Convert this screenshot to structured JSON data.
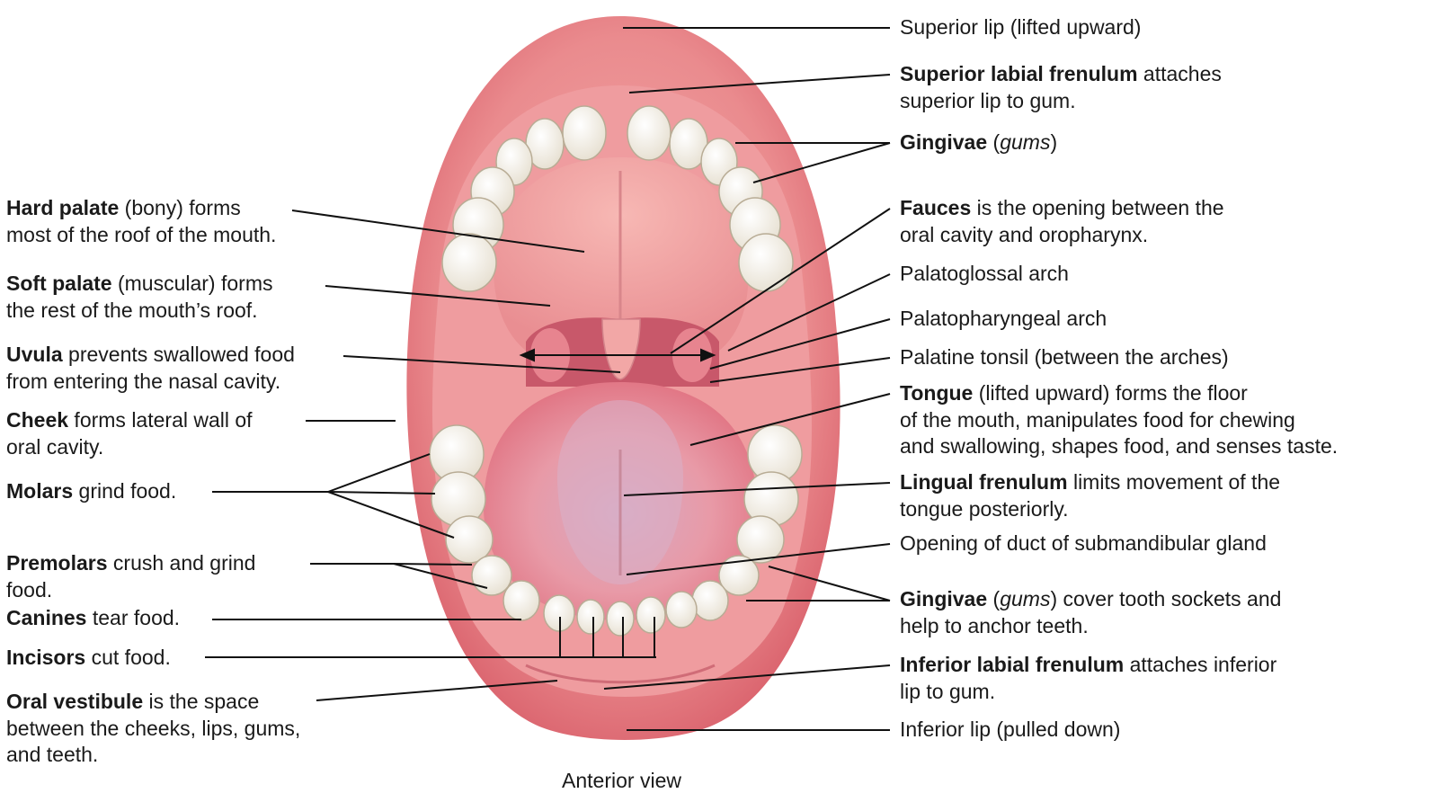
{
  "caption": "Anterior view",
  "colors": {
    "lip": "#e4737b",
    "cavity": "#f2a3a3",
    "palate": "#efa0a2",
    "tongue": "#e67f8c",
    "tongue_underside": "#d9a0b6",
    "tooth": "#f7f3ea",
    "leader_line": "#111111"
  },
  "labels": {
    "superior_lip": {
      "text": "Superior lip (lifted upward)"
    },
    "superior_labial_frenulum": {
      "bold": "Superior labial frenulum",
      "text": " attaches\nsuperior lip to gum."
    },
    "gingivae_top": {
      "bold": "Gingivae",
      "text": " (",
      "italic": "gums",
      "after": ")"
    },
    "fauces": {
      "bold": "Fauces",
      "text": " is the opening between the\noral cavity and oropharynx."
    },
    "palatoglossal_arch": {
      "text": "Palatoglossal arch"
    },
    "palatopharyngeal_arch": {
      "text": "Palatopharyngeal arch"
    },
    "palatine_tonsil": {
      "text": "Palatine tonsil (between the arches)"
    },
    "tongue": {
      "bold": "Tongue",
      "text": " (lifted upward) forms the floor\nof the mouth, manipulates food for chewing\nand swallowing, shapes food, and senses taste."
    },
    "lingual_frenulum": {
      "bold": "Lingual frenulum",
      "text": " limits movement of the\ntongue posteriorly."
    },
    "submandibular_duct": {
      "text": "Opening of duct of submandibular gland"
    },
    "gingivae_bottom": {
      "bold": "Gingivae",
      "text": " (",
      "italic": "gums",
      "after": ") cover tooth sockets and\nhelp to anchor teeth."
    },
    "inferior_labial_frenulum": {
      "bold": "Inferior labial frenulum",
      "text": " attaches inferior\nlip to gum."
    },
    "inferior_lip": {
      "text": "Inferior lip (pulled down)"
    },
    "hard_palate": {
      "bold": "Hard palate",
      "text": " (bony) forms\nmost of the roof of the mouth."
    },
    "soft_palate": {
      "bold": "Soft palate",
      "text": " (muscular) forms\nthe rest of the mouth’s roof."
    },
    "uvula": {
      "bold": "Uvula",
      "text": " prevents swallowed food\nfrom entering the nasal cavity."
    },
    "cheek": {
      "bold": "Cheek",
      "text": " forms lateral wall of\noral cavity."
    },
    "molars": {
      "bold": "Molars",
      "text": " grind food."
    },
    "premolars": {
      "bold": "Premolars",
      "text": " crush and grind\nfood."
    },
    "canines": {
      "bold": "Canines",
      "text": " tear food."
    },
    "incisors": {
      "bold": "Incisors",
      "text": " cut food."
    },
    "oral_vestibule": {
      "bold": "Oral vestibule",
      "text": " is the space\nbetween the cheeks, lips, gums,\nand teeth."
    }
  }
}
